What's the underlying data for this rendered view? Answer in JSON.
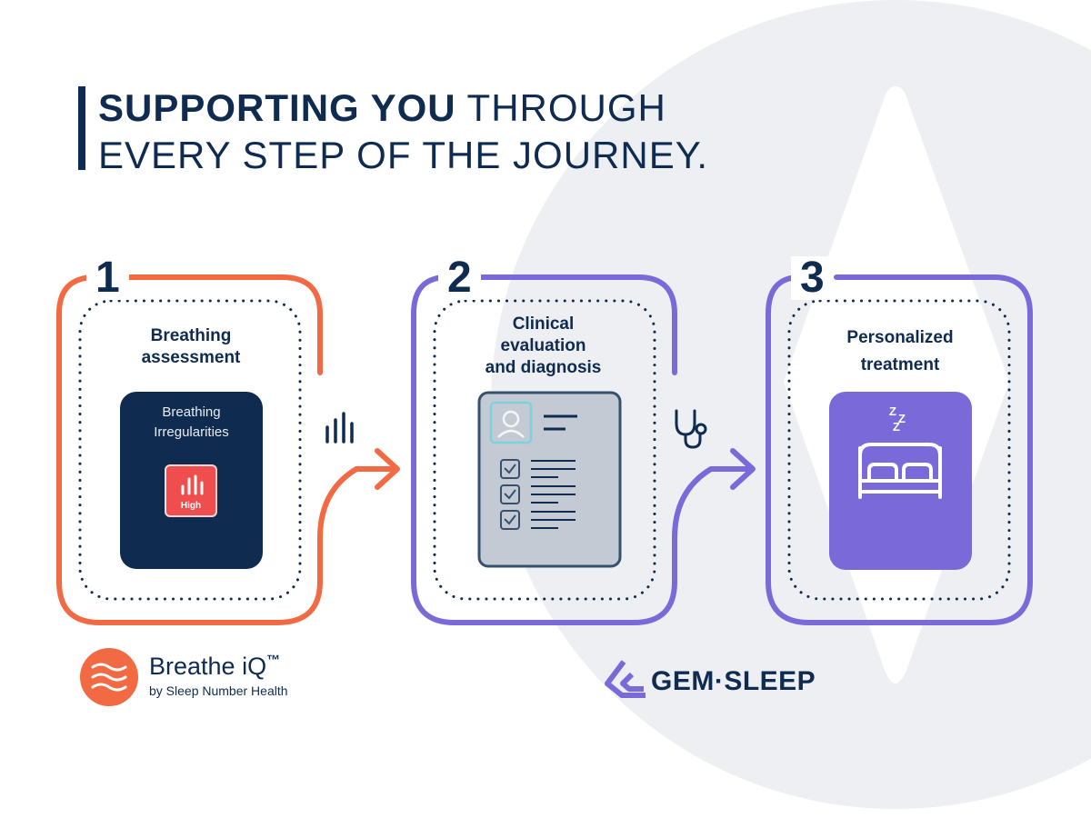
{
  "headline": {
    "bold": "SUPPORTING YOU",
    "line1_rest": " THROUGH",
    "line2": "EVERY STEP OF THE JOURNEY."
  },
  "colors": {
    "navy": "#0f2b50",
    "orange": "#f26a44",
    "purple": "#7a6ad9",
    "alert_red": "#f04e4e",
    "bg_shape": "#edeff3"
  },
  "steps": [
    {
      "number": "1",
      "title_lines": [
        "Breathing",
        "assessment"
      ],
      "card": {
        "label_lines": [
          "Breathing",
          "Irregularities"
        ],
        "badge_label": "High",
        "icon": "bar-chart-icon"
      }
    },
    {
      "number": "2",
      "title_lines": [
        "Clinical",
        "evaluation",
        "and diagnosis"
      ],
      "card": {
        "icon": "clipboard-checklist-icon"
      }
    },
    {
      "number": "3",
      "title_lines": [
        "Personalized",
        "treatment"
      ],
      "card": {
        "icon": "bed-icon",
        "sleep_text": "Z",
        "sleep_icon": "zzz-icon"
      }
    }
  ],
  "connectors": [
    {
      "icon": "sound-wave-icon",
      "arrow": "arrow-right-icon"
    },
    {
      "icon": "stethoscope-icon",
      "arrow": "arrow-right-icon"
    }
  ],
  "logos": {
    "breathe": {
      "name": "Breathe",
      "name_suffix": "iQ",
      "tm": "™",
      "tagline": "by Sleep Number Health"
    },
    "gem": {
      "text": "GEM·SLEEP"
    }
  }
}
